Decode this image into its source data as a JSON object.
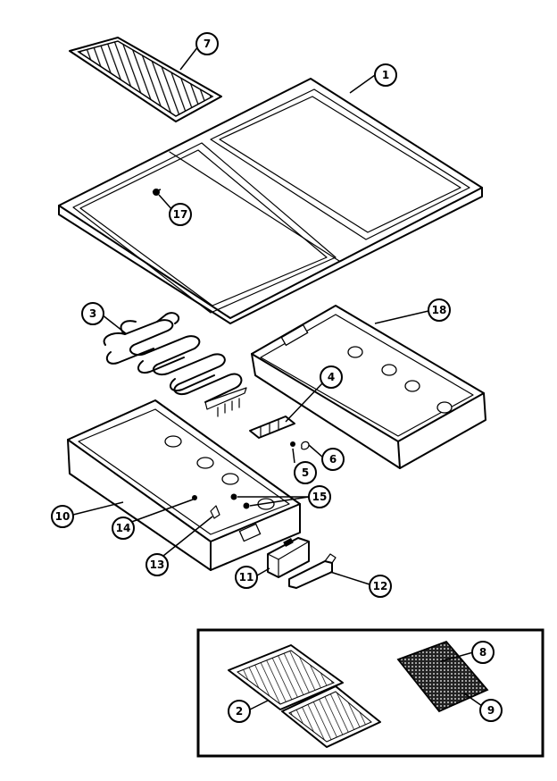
{
  "callouts": {
    "c1": "1",
    "c2": "2",
    "c3": "3",
    "c4": "4",
    "c5": "5",
    "c6": "6",
    "c7": "7",
    "c8": "8",
    "c9": "9",
    "c10": "10",
    "c11": "11",
    "c12": "12",
    "c13": "13",
    "c14": "14",
    "c15": "15",
    "c17": "17",
    "c18": "18"
  }
}
